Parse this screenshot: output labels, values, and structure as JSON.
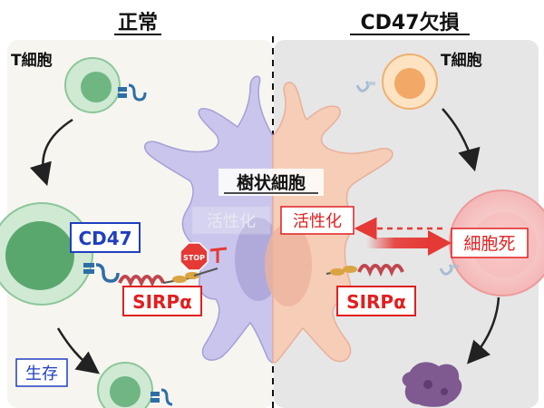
{
  "headings": {
    "normal": "正常",
    "deficient": "CD47欠損"
  },
  "labels": {
    "t_cell_left": "T細胞",
    "t_cell_right": "T細胞",
    "dendritic_cell": "樹状細胞",
    "cd47": "CD47",
    "sirpa_left": "SIRPα",
    "sirpa_right": "SIRPα",
    "activation_left": "活性化",
    "activation_right": "活性化",
    "cell_death": "細胞死",
    "survival": "生存",
    "stop": "STOP"
  },
  "colors": {
    "panel_left": "#f6f5ef",
    "panel_right": "#e6e6e6",
    "dc_left": "#c9c5ec",
    "dc_right": "#f6cdb7",
    "t_cell_green": "#a9d8b3",
    "t_cell_orange": "#f9d7a8",
    "dying_cell": "#f7c9c9",
    "dead_cell": "#7e5a91",
    "cd47_blue": "#2e6ea7",
    "sirpa_red": "#c0464e",
    "accent_red": "#e53935",
    "label_blue": "#1f3fbf",
    "label_red": "#e02020"
  }
}
